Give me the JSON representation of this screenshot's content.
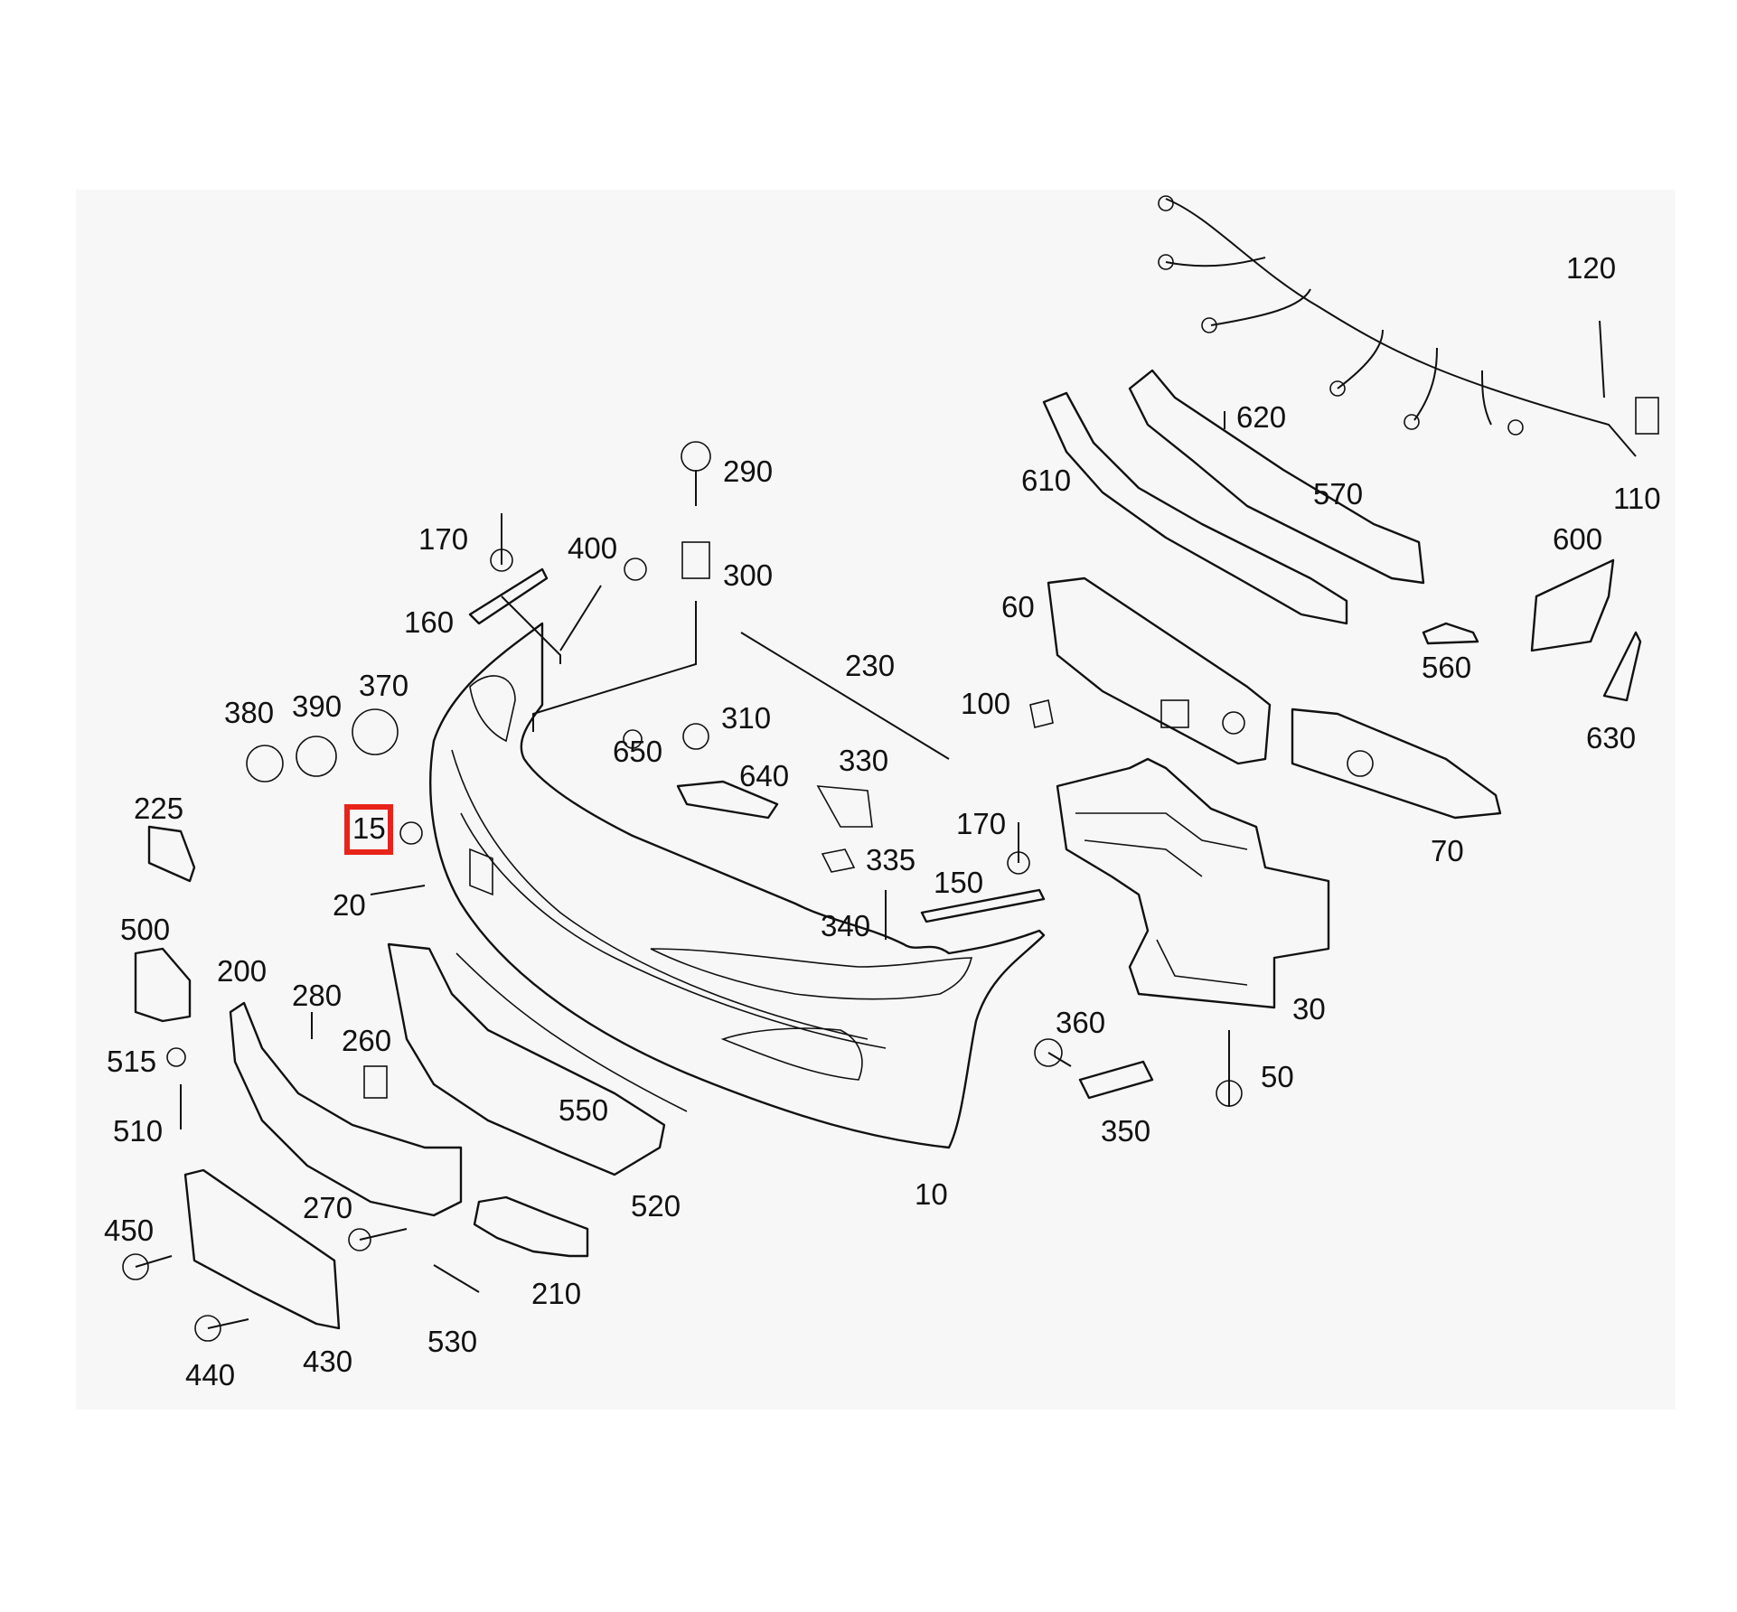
{
  "callouts": [
    {
      "id": "c10",
      "text": "10"
    },
    {
      "id": "c15",
      "text": "15",
      "highlighted": true
    },
    {
      "id": "c20",
      "text": "20"
    },
    {
      "id": "c30",
      "text": "30"
    },
    {
      "id": "c50",
      "text": "50"
    },
    {
      "id": "c60",
      "text": "60"
    },
    {
      "id": "c70",
      "text": "70"
    },
    {
      "id": "c100",
      "text": "100"
    },
    {
      "id": "c110",
      "text": "110"
    },
    {
      "id": "c120",
      "text": "120"
    },
    {
      "id": "c150",
      "text": "150"
    },
    {
      "id": "c160",
      "text": "160"
    },
    {
      "id": "c170a",
      "text": "170"
    },
    {
      "id": "c170b",
      "text": "170"
    },
    {
      "id": "c200",
      "text": "200"
    },
    {
      "id": "c210",
      "text": "210"
    },
    {
      "id": "c225",
      "text": "225"
    },
    {
      "id": "c230",
      "text": "230"
    },
    {
      "id": "c260",
      "text": "260"
    },
    {
      "id": "c270",
      "text": "270"
    },
    {
      "id": "c280",
      "text": "280"
    },
    {
      "id": "c290",
      "text": "290"
    },
    {
      "id": "c300",
      "text": "300"
    },
    {
      "id": "c310",
      "text": "310"
    },
    {
      "id": "c330",
      "text": "330"
    },
    {
      "id": "c335",
      "text": "335"
    },
    {
      "id": "c340",
      "text": "340"
    },
    {
      "id": "c350",
      "text": "350"
    },
    {
      "id": "c360",
      "text": "360"
    },
    {
      "id": "c370",
      "text": "370"
    },
    {
      "id": "c380",
      "text": "380"
    },
    {
      "id": "c390",
      "text": "390"
    },
    {
      "id": "c400",
      "text": "400"
    },
    {
      "id": "c430",
      "text": "430"
    },
    {
      "id": "c440",
      "text": "440"
    },
    {
      "id": "c450",
      "text": "450"
    },
    {
      "id": "c500",
      "text": "500"
    },
    {
      "id": "c510",
      "text": "510"
    },
    {
      "id": "c515",
      "text": "515"
    },
    {
      "id": "c520",
      "text": "520"
    },
    {
      "id": "c530",
      "text": "530"
    },
    {
      "id": "c550",
      "text": "550"
    },
    {
      "id": "c560",
      "text": "560"
    },
    {
      "id": "c570",
      "text": "570"
    },
    {
      "id": "c600",
      "text": "600"
    },
    {
      "id": "c610",
      "text": "610"
    },
    {
      "id": "c620",
      "text": "620"
    },
    {
      "id": "c630",
      "text": "630"
    },
    {
      "id": "c640",
      "text": "640"
    },
    {
      "id": "c650",
      "text": "650"
    }
  ],
  "highlight_color": "#e8231a",
  "line_color": "#111111",
  "panel_color": "#f7f7f7"
}
